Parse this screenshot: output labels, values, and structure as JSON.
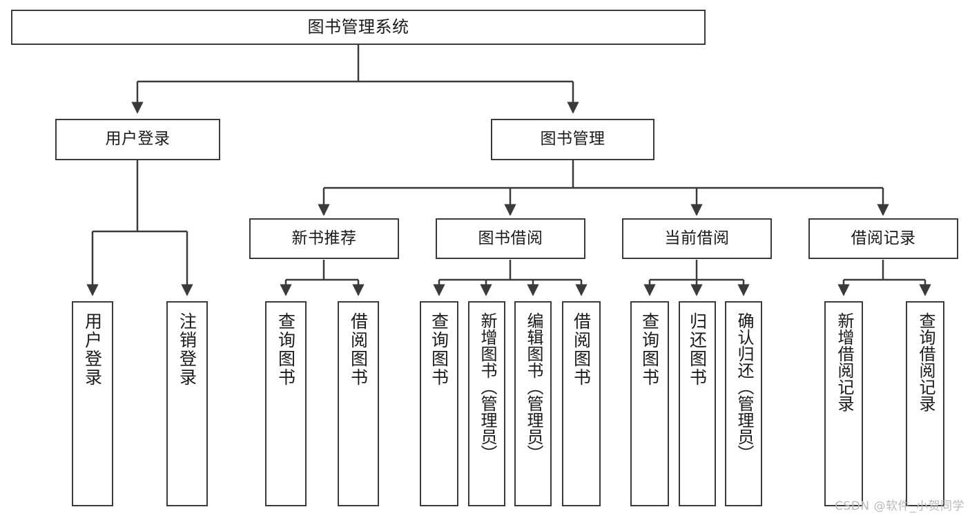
{
  "diagram": {
    "type": "tree-hierarchy-diagram",
    "title": "图书管理系统",
    "watermark": "CSDN @软件_小贺同学",
    "colors": {
      "stroke": "#3a3a3a",
      "fill": "#ffffff",
      "text": "#1a1a1a",
      "watermark": "#b9b9b9"
    },
    "nodes": {
      "root": "图书管理系统",
      "level2": [
        "用户登录",
        "图书管理"
      ],
      "level3": [
        "新书推荐",
        "图书借阅",
        "当前借阅",
        "借阅记录"
      ],
      "leaves": {
        "user_login": [
          "用户登录",
          "注销登录"
        ],
        "new_book": [
          "查询图书",
          "借阅图书"
        ],
        "book_borrow": [
          "查询图书",
          "新增图书（管理员）",
          "编辑图书（管理员）",
          "借阅图书"
        ],
        "current_borrow": [
          "查询图书",
          "归还图书",
          "确认归还（管理员）"
        ],
        "borrow_record": [
          "新增借阅记录",
          "查询借阅记录"
        ]
      }
    }
  }
}
